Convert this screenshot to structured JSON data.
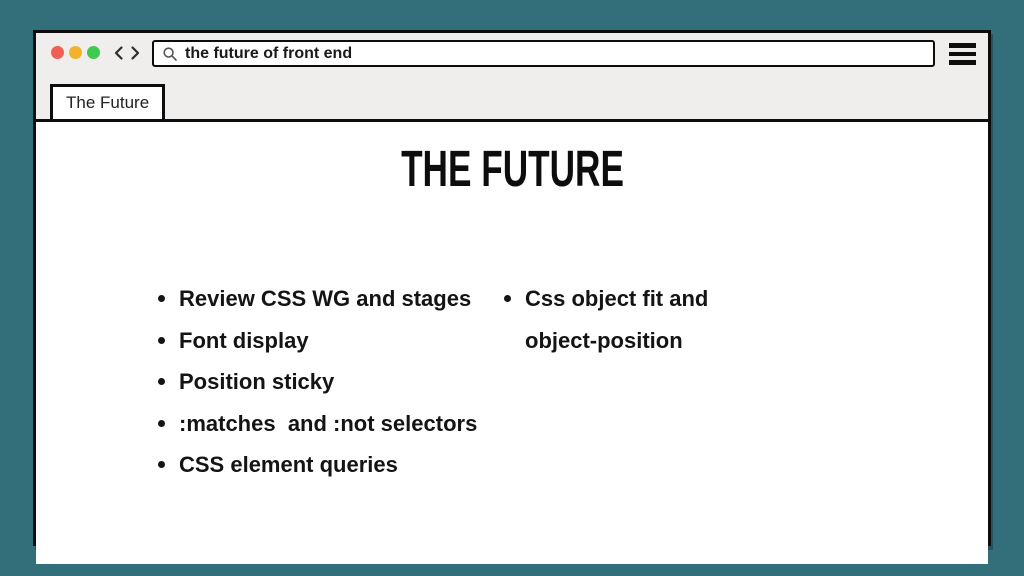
{
  "colors": {
    "background": "#336e7b",
    "chrome_bg": "#efeeed",
    "window_border": "#0d0d0d",
    "content_bg": "#ffffff",
    "text": "#141414",
    "traffic_red": "#f15e56",
    "traffic_yellow": "#f2b32b",
    "traffic_green": "#3ec94f"
  },
  "browser": {
    "search": {
      "value": "the future of front end"
    },
    "tab": {
      "label": "The Future"
    }
  },
  "slide": {
    "title": "THE FUTURE",
    "bullets_left": [
      "Review CSS WG and stages",
      "Font display",
      "Position sticky",
      ":matches  and :not selectors",
      "CSS element queries"
    ],
    "bullets_right": [
      "Css object fit and\nobject-position"
    ]
  }
}
